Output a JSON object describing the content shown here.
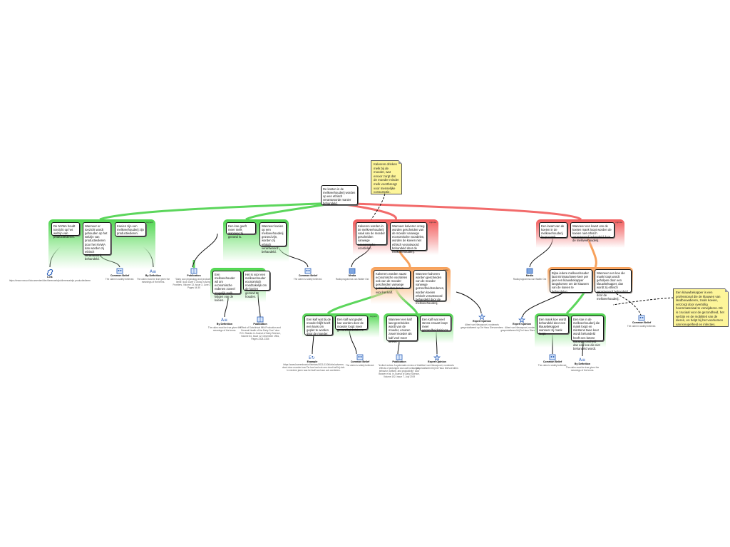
{
  "map": {
    "main_claim": "De kosten in de melkveehouderij worden op een ethisch verantwoorde manier behandeld.",
    "top_note": "Kalveren drinken melk bij de moeder, wat ervoor zorgt dat de moeder minder melk voortbrengt voor menselijke consumptie.",
    "right_note": "Een klauwbekapper is een professional die de klauwen van landbouwdieren, zoals koeien, verzorgt door overtollig hoornmateriaal te verwijderen. Dit is cruciaal voor de gezondheid, het welzijn en de mobiliteit van de dieren, en helpt bij het voorkomen van kreupelheid en infecties.",
    "group_labels": {
      "support": "support",
      "oppose": "oppose",
      "rebut": "rebut"
    },
    "groups": [
      {
        "type": "support",
        "claims": [
          {
            "text": "De NVWA houdt toezicht op het welzijn van productiedieren.",
            "basis": {
              "icon": "link-icon",
              "title": "Link",
              "text": "https://www.nvwa.nl/documenten/dier/dierenwelzijn/dierenwelzijn-productiedieren"
            }
          },
          {
            "text": "Wanneer er toezicht wordt gehouden op het welzijn van productiedieren door het NVWA dan worden zij ethisch verantwoord behandeld.",
            "basis": {
              "icon": "common-belief-icon",
              "title": "Common Belief",
              "text": "The claim is widely believed."
            }
          },
          {
            "text": "Koeien zijn een melkveehouderij zijn productiedieren.",
            "basis": {
              "icon": "by-definition-icon",
              "title": "By Definition",
              "text": "The claim must be true given the meanings of the terms."
            }
          }
        ]
      },
      {
        "type": "support",
        "claims": [
          {
            "text": "Een koe geeft meer melk wanneer zij gezond is.",
            "basis": {
              "icon": "publication-icon",
              "title": "Publication",
              "text": "\"Dairy cow physiology and production limits\" door Jozef L Gross in Animal Frontiers, Volume 13, Issue 3, June 2023, Pages 44-50"
            }
          },
          {
            "text": "Wanneer koeien op een melkveehouderij gezond zijn, worden zij ethisch verantwoord behandeld.",
            "basis": {
              "icon": "common-belief-icon",
              "title": "Common Belief",
              "text": "The claim is widely believed."
            }
          }
        ]
      },
      {
        "type": "support",
        "claims": [
          {
            "text": "Een melkveehouder wil om economische redenen zoveel mogelijk melk krijgen van de koeien.",
            "basis": {
              "icon": "by-definition-icon",
              "title": "By Definition",
              "text": "The claim must be true given the meanings of the terms."
            }
          },
          {
            "text": "Het is voor een melkveehouder economisch noodzakelijk om de koeien gezond te houden.",
            "basis": {
              "icon": "publication-icon",
              "title": "Publication",
              "text": "\"Effect of Subclinical Milk Production and General Health of the Dairy Cow\" door R.D. Shanks in Journal of Dairy Science, Volume 64, Issue 12, December 1981, Pages 2324-2334"
            }
          }
        ]
      },
      {
        "type": "oppose",
        "claims": [
          {
            "text": "Kalveren worden in de melkveehouderij vaak van de moeder gescheiden vanwege economische voordelen.",
            "basis": {
              "icon": "media-icon",
              "title": "Media",
              "text": "Radioprogramma van Walter Ost"
            }
          },
          {
            "text": "Wanneer kalveren vroeg worden gescheiden van de moeder vanwege economische voordelen, worden de koeien niet ethisch verantwoord behandeld door de melkveehouderij."
          }
        ]
      },
      {
        "type": "rebut",
        "claims": [
          {
            "text": "Kalveren worden naast economische voordelen ook van de moeder gescheiden vanwege gezondheidsredenen voor het kalf."
          },
          {
            "text": "Wanneer kalveren worden gescheiden van de moeder vanwege gezondheidsredenen, worden koeien ethisch verantwoord behandeld door de melkveehouderij.",
            "basis": {
              "icon": "expert-opinion-icon",
              "title": "Expert Opinion",
              "text": "Albert van Nieuwpoort, runderarts gespecialiseerd op De Haus Diervoerdens"
            }
          }
        ]
      },
      {
        "type": "support",
        "claims": [
          {
            "text": "Een kalf wat bij de moeder blijft heeft een kans om geplet te worden door de moeder.",
            "basis": {
              "icon": "example-icon",
              "title": "Example",
              "text": "https://www.boerenkrant.nl/nieuws/2021/11/06/drie-kalveren-dood-door-moeder-koe/ De koe had ook een dood kalf bij zich. In eerdere jaren was het kalf van haar ook overleden."
            }
          },
          {
            "text": "Een kalf wat geplet kan worden door de moeder loopt meer gezondheidsrisico's.",
            "basis": {
              "icon": "common-belief-icon",
              "title": "Common Belief",
              "text": "The claim is widely believed."
            }
          }
        ]
      },
      {
        "type": "support",
        "claims": [
          {
            "text": "Wanneer een kalf laat gescheiden wordt van de moeder, ervaren zowel moeder als kalf veel meer stress.",
            "basis": {
              "icon": "publication-icon",
              "title": "Publication",
              "text": "\"Invited review: A systematic review of the effects of prolonged cow-calf contact on behavior, welfare, and productivity\" door Beaver et al. in Journal of Dairy Science, Volume 102, Issue 7, July 2019"
            }
          },
          {
            "text": "Een kalf wat veel stress ervaart loopt meer gezondheidsrisico's.",
            "basis": {
              "icon": "expert-opinion-icon",
              "title": "Expert Opinion",
              "text": "Albert van Nieuwpoort, runderarts gespecialiseerd bij De Haus Diervoerdens"
            }
          }
        ]
      },
      {
        "type": "oppose",
        "claims": [
          {
            "text": "Een kwart van de koeien in de melkveehouderij loopt mank.",
            "basis": {
              "icon": "media-icon",
              "title": "Media",
              "text": "Radioprogramma van Walter Ost"
            }
          },
          {
            "text": "Wanneer een kwart van de koeien mank loopt worden de koeien niet ethisch verantwoord behandeld door de melkveehouderij."
          }
        ]
      },
      {
        "type": "rebut",
        "claims": [
          {
            "text": "Bijna iedere melkveehouder laat minimaal twee keer per jaar een klauwbekapper langskomen om de klauwen van de koeien te behandelen.",
            "basis": {
              "icon": "expert-opinion-icon",
              "title": "Expert Opinion",
              "text": "Albert van Nieuwpoort, runderarts gespecialiseerd bij De Haus Diervoerdens"
            }
          },
          {
            "text": "Wanneer een koe die mank loopt wordt geholpen door een klauwbekapper, dan wordt zij ethisch verantwoord behandeld door de melkveehouderij.",
            "basis": {
              "icon": "common-belief-icon",
              "title": "Common Belief",
              "text": "The claim is widely believed."
            }
          }
        ]
      },
      {
        "type": "support",
        "claims": [
          {
            "text": "Een mank koe wordt behandeld door een klauwbekapper wanneer zij mank loopt.",
            "basis": {
              "icon": "common-belief-icon",
              "title": "Common Belief",
              "text": "The claim is widely believed."
            }
          },
          {
            "text": "Een koe in de melkveehouderij die mank loopt en minstens twee keer wordt behandeld heeft een betere klauwgezondheid dan een koe die niet behandeld wordt.",
            "basis": {
              "icon": "by-definition-icon",
              "title": "By Definition",
              "text": "The claim must be true given the meanings of the terms."
            }
          }
        ]
      }
    ]
  }
}
